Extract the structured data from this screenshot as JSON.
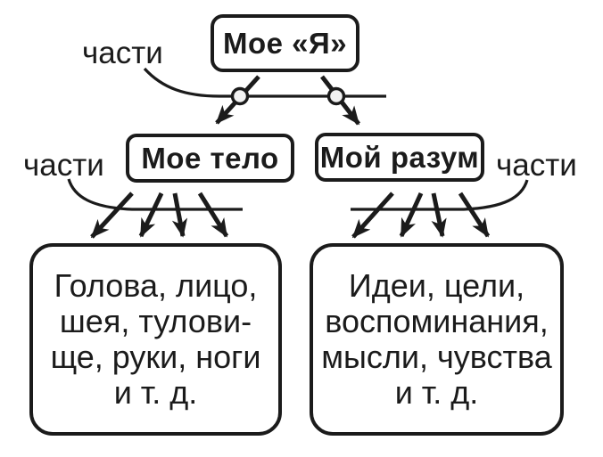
{
  "diagram": {
    "root": {
      "label": "Мое «Я»"
    },
    "branch_labels": {
      "top": "части",
      "left": "части",
      "right": "части"
    },
    "nodes": {
      "body": {
        "title": "Мое тело",
        "items_lines": [
          "Голова, лицо,",
          "шея, тулови-",
          "ще, руки, ноги",
          "и т. д."
        ]
      },
      "mind": {
        "title": "Мой разум",
        "items_lines": [
          "Идеи, цели,",
          "воспоминания,",
          "мысли, чувства",
          "и т. д."
        ]
      }
    },
    "colors": {
      "stroke": "#1b1b1b",
      "background": "#ffffff",
      "junction_circle_fill": "#f2f2f2"
    }
  }
}
